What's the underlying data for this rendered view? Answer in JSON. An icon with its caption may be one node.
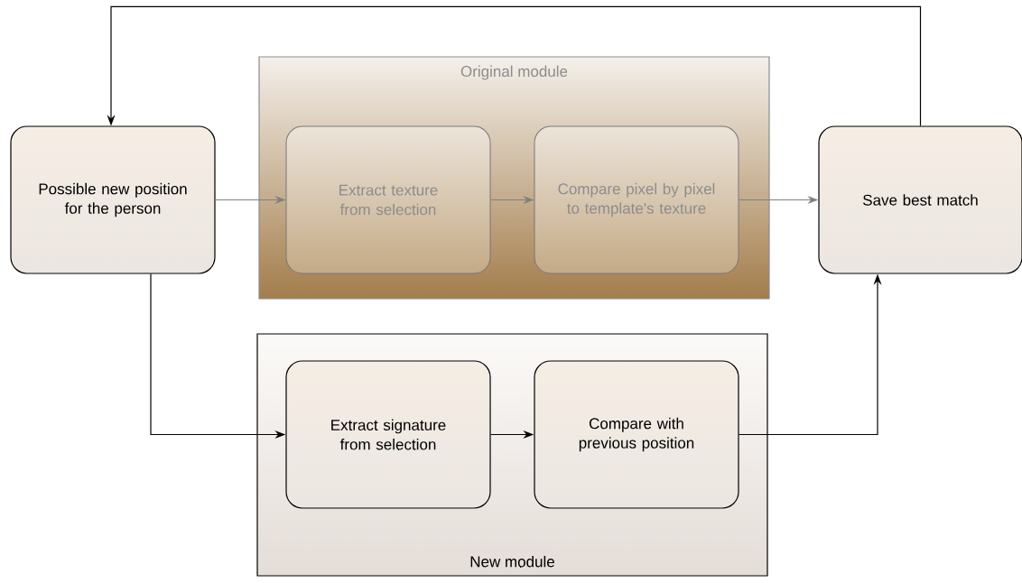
{
  "diagram": {
    "nodes": [
      {
        "text": [
          "Possible new position for the person"
        ]
      },
      {
        "text": [
          "Original module"
        ]
      },
      {
        "text": [
          "Extract texture from selection"
        ],
        "in": 1
      },
      {
        "text": [
          "Compare pixel by pixel to template's texture"
        ],
        "in": 1
      },
      {
        "text": [
          "Save best match"
        ]
      },
      {
        "text": [
          "New module"
        ]
      },
      {
        "text": [
          "Extract signature from selection"
        ],
        "in": 5
      },
      {
        "text": [
          "Compare with previous position"
        ],
        "in": 5
      }
    ],
    "edges": [
      {
        "from": 0,
        "to": 2,
        "arrow": "to",
        "color": "#808080"
      },
      {
        "from": 2,
        "to": 3,
        "arrow": "to",
        "color": "#808080"
      },
      {
        "from": 3,
        "to": 4,
        "arrow": "to",
        "color": "#808080"
      },
      {
        "from": 0,
        "to": 6,
        "arrow": "to"
      },
      {
        "from": 6,
        "to": 7,
        "arrow": "to"
      },
      {
        "from": 7,
        "to": 4,
        "arrow": "to"
      },
      {
        "from": 4,
        "to": 0,
        "arrow": "to"
      }
    ]
  }
}
